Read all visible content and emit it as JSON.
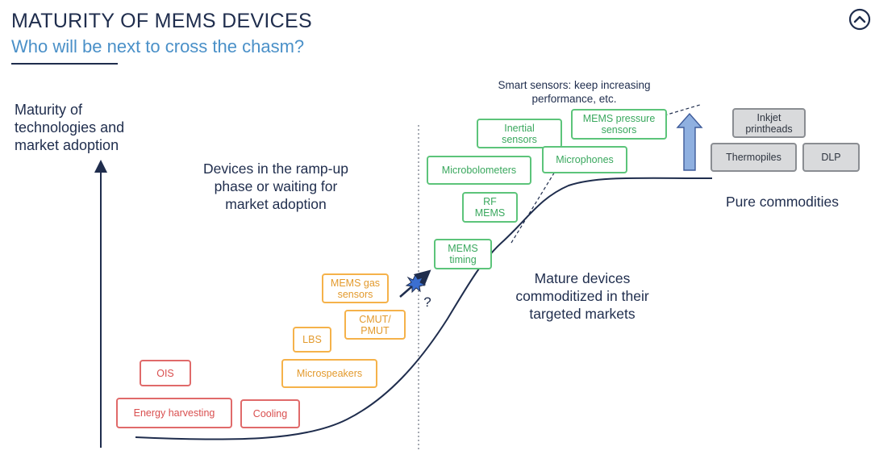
{
  "header": {
    "title": "MATURITY OF MEMS DEVICES",
    "subtitle": "Who will be next to cross the chasm?"
  },
  "diagram": {
    "axis_label": "Maturity of\ntechnologies and\nmarket adoption",
    "ramp_up_text": "Devices in the ramp-up\nphase or waiting for\nmarket adoption",
    "mature_text": "Mature devices\ncommoditized in their\ntargeted markets",
    "commodities_text": "Pure commodities",
    "smart_sensors_text": "Smart sensors: keep increasing\nperformance, etc.",
    "chasm_question": "?",
    "boxes": {
      "ois": "OIS",
      "energy_harvesting": "Energy harvesting",
      "cooling": "Cooling",
      "microspeakers": "Microspeakers",
      "lbs": "LBS",
      "cmut_pmut": "CMUT/\nPMUT",
      "mems_gas_sensors": "MEMS gas\nsensors",
      "mems_timing": "MEMS\ntiming",
      "rf_mems": "RF\nMEMS",
      "microbolometers": "Microbolometers",
      "inertial_sensors": "Inertial\nsensors",
      "microphones": "Microphones",
      "mems_pressure_sensors": "MEMS pressure\nsensors",
      "inkjet_printheads": "Inkjet\nprintheads",
      "thermopiles": "Thermopiles",
      "dlp": "DLP"
    }
  },
  "colors": {
    "navy": "#1f2d4d",
    "subtitle_blue": "#4a90c8",
    "red": "#e06a6a",
    "orange": "#f5b24a",
    "green": "#5cc47a",
    "gray": "#8a8d92",
    "arrow_blue": "#8fb0e0"
  },
  "icons": {
    "corner": "chevron-up-circle-icon"
  }
}
